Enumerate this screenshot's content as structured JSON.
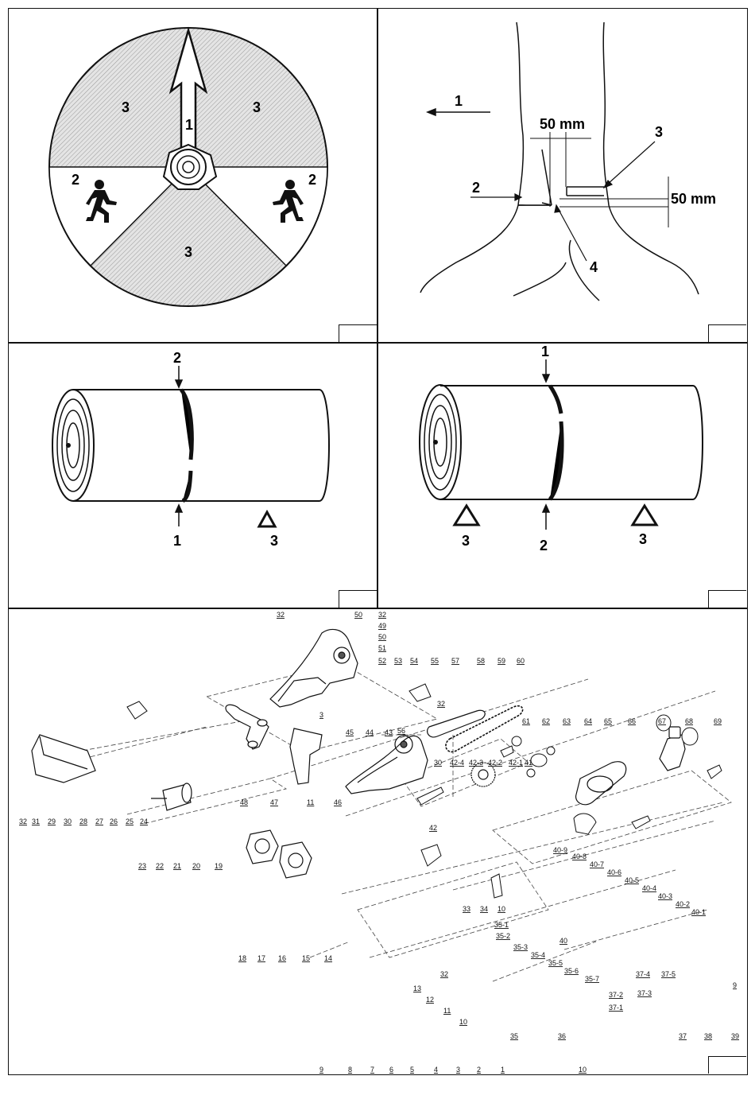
{
  "fig1": {
    "arrow": "1",
    "sector_top_left": "3",
    "sector_top_right": "3",
    "sector_bottom": "3",
    "escape_left": "2",
    "escape_right": "2"
  },
  "fig2": {
    "direction": "1",
    "dim_horizontal": "50 mm",
    "dim_vertical": "50 mm",
    "label_2": "2",
    "label_3": "3",
    "label_4": "4"
  },
  "fig3": {
    "top_mark": "2",
    "bottom_mark": "1",
    "support": "3"
  },
  "fig4": {
    "top_mark": "1",
    "bottom_mark": "2",
    "support_left": "3",
    "support_right": "3"
  },
  "fig5": {
    "part_labels": [
      "32",
      "50",
      "32",
      "49",
      "50",
      "51",
      "52",
      "53",
      "54",
      "55",
      "57",
      "58",
      "59",
      "60",
      "32",
      "56",
      "3",
      "61",
      "62",
      "63",
      "64",
      "65",
      "66",
      "67",
      "68",
      "69",
      "45",
      "44",
      "43",
      "30",
      "42-4",
      "42-3",
      "42-2",
      "42-1",
      "41",
      "48",
      "47",
      "11",
      "46",
      "42",
      "32",
      "31",
      "29",
      "30",
      "28",
      "27",
      "26",
      "25",
      "24",
      "23",
      "22",
      "21",
      "20",
      "19",
      "40-9",
      "40-8",
      "40-7",
      "40-6",
      "40-5",
      "40-4",
      "40-3",
      "40-2",
      "40-1",
      "40",
      "33",
      "34",
      "10",
      "35-1",
      "35-2",
      "35-3",
      "35-4",
      "35-5",
      "35-6",
      "35-7",
      "18",
      "17",
      "16",
      "15",
      "14",
      "32",
      "13",
      "12",
      "11",
      "10",
      "35",
      "36",
      "37-4",
      "37-5",
      "37-3",
      "37-2",
      "37-1",
      "37",
      "38",
      "39",
      "9",
      "9",
      "8",
      "7",
      "6",
      "5",
      "4",
      "3",
      "2",
      "1",
      "10"
    ]
  }
}
